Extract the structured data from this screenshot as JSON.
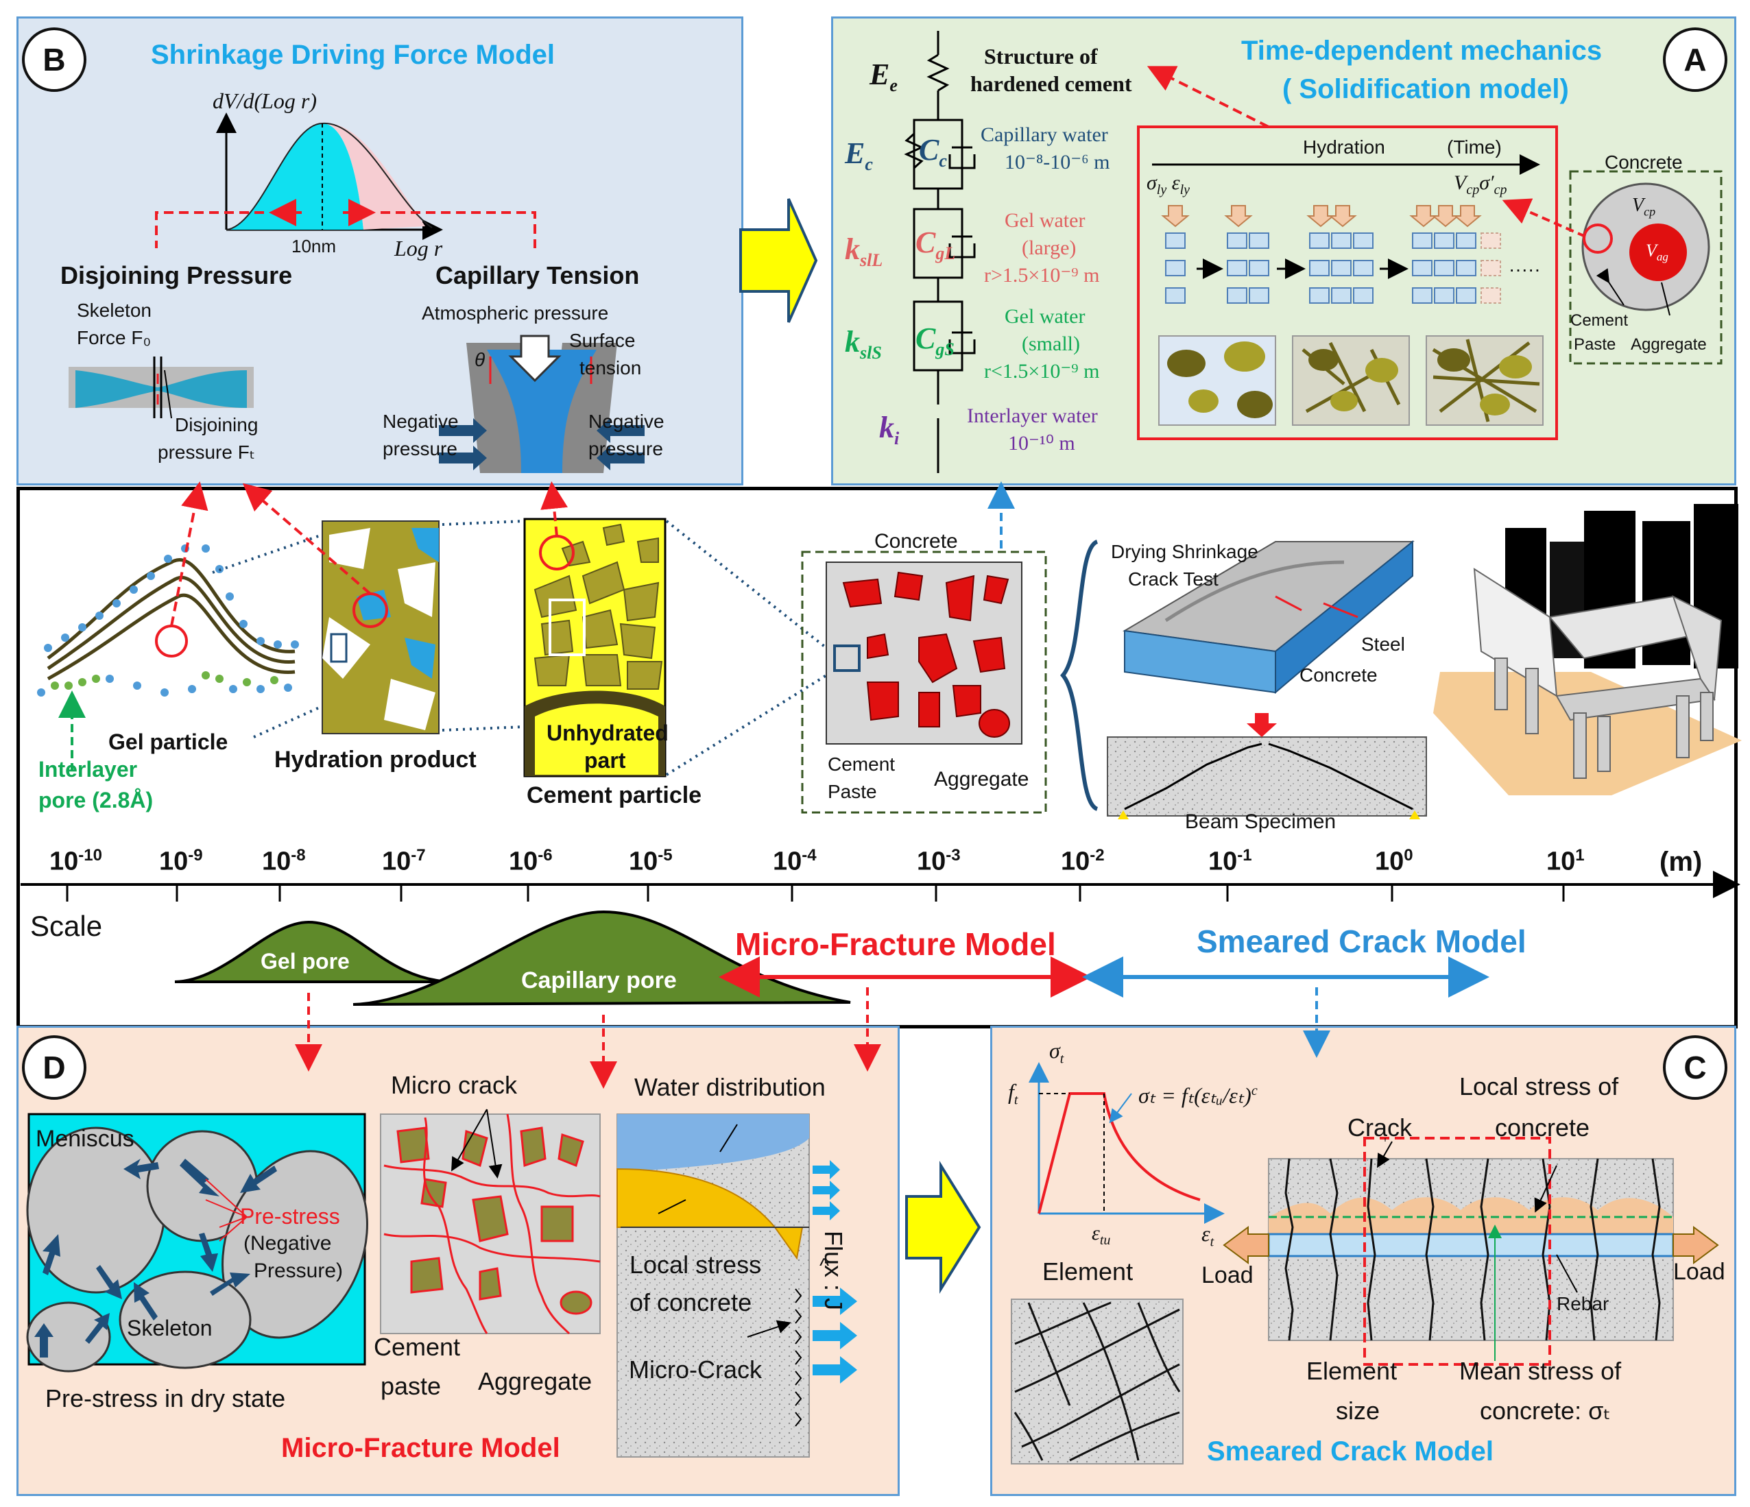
{
  "panel_b": {
    "letter": "B",
    "title": "Shrinkage Driving Force Model",
    "y_axis": "dV/d(Log r)",
    "x_axis": "Log r",
    "tick_10nm": "10nm",
    "disjoining_title": "Disjoining Pressure",
    "capillary_title": "Capillary Tension",
    "skeleton_line1": "Skeleton",
    "skeleton_line2": "Force F₀",
    "disjoining_line1": "Disjoining",
    "disjoining_line2": "pressure Fₜ",
    "atmospheric": "Atmospheric pressure",
    "surface_line1": "Surface",
    "surface_line2": "tension",
    "neg_left_1": "Negative",
    "neg_left_2": "pressure",
    "neg_right_1": "Negative",
    "neg_right_2": "pressure",
    "theta": "θ"
  },
  "panel_a": {
    "letter": "A",
    "title_line1": "Time-dependent mechanics",
    "title_line2": "( Solidification model)",
    "Ee": "E",
    "Ee_sub": "e",
    "structure_1": "Structure of",
    "structure_2": "hardened cement",
    "Ec": "E",
    "Ec_sub": "c",
    "Cc": "C",
    "Cc_sub": "c",
    "capillary_water": "Capillary water",
    "capillary_range": "10⁻⁸-10⁻⁶ m",
    "ksll": "k",
    "ksll_sub": "slL",
    "cgl": "C",
    "cgl_sub": "gL",
    "gel_large_1": "Gel water",
    "gel_large_2": "(large)",
    "gel_large_3": "r>1.5×10⁻⁹ m",
    "ksls": "k",
    "ksls_sub": "slS",
    "cgs": "C",
    "cgs_sub": "gS",
    "gel_small_1": "Gel water",
    "gel_small_2": "(small)",
    "gel_small_3": "r<1.5×10⁻⁹ m",
    "ki": "k",
    "ki_sub": "i",
    "interlayer_1": "Interlayer  water",
    "interlayer_2": "10⁻¹⁰ m",
    "hydration": "Hydration",
    "time": "(Time)",
    "sigma_ly": "σ",
    "sigma_ly_sub": "ly",
    "eps_ly": "ε",
    "eps_ly_sub": "ly",
    "vcp": "V",
    "vcp_sub": "cp",
    "sigma_cp": "σ′",
    "sigma_cp_sub": "cp",
    "ellipsis": "·····",
    "concrete": "Concrete",
    "vcp2": "V",
    "vcp2_sub": "cp",
    "vag": "V",
    "vag_sub": "ag",
    "cement_paste_1": "Cement",
    "cement_paste_2": "Paste",
    "aggregate": "Aggregate"
  },
  "middle": {
    "gel_particle": "Gel particle",
    "interlayer_1": "Interlayer",
    "interlayer_2": "pore (2.8Å)",
    "hydration_product": "Hydration product",
    "unhydrated_1": "Unhydrated",
    "unhydrated_2": "part",
    "cement_particle": "Cement particle",
    "concrete": "Concrete",
    "cement_paste_1": "Cement",
    "cement_paste_2": "Paste",
    "aggregate": "Aggregate",
    "drying_1": "Drying Shrinkage",
    "drying_2": "Crack Test",
    "steel": "Steel",
    "concrete2": "Concrete",
    "beam": "Beam Specimen"
  },
  "scale": {
    "label": "Scale",
    "unit": "(m)",
    "ticks": [
      {
        "base": "10",
        "exp": "-10"
      },
      {
        "base": "10",
        "exp": "-9"
      },
      {
        "base": "10",
        "exp": "-8"
      },
      {
        "base": "10",
        "exp": "-7"
      },
      {
        "base": "10",
        "exp": "-6"
      },
      {
        "base": "10",
        "exp": "-5"
      },
      {
        "base": "10",
        "exp": "-4"
      },
      {
        "base": "10",
        "exp": "-3"
      },
      {
        "base": "10",
        "exp": "-2"
      },
      {
        "base": "10",
        "exp": "-1"
      },
      {
        "base": "10",
        "exp": "0"
      },
      {
        "base": "10",
        "exp": "1"
      }
    ],
    "gel_pore": "Gel pore",
    "capillary_pore": "Capillary pore",
    "micro_fracture": "Micro-Fracture Model",
    "smeared_crack": "Smeared Crack Model"
  },
  "panel_d": {
    "letter": "D",
    "meniscus": "Meniscus",
    "prestress": "Pre-stress",
    "negative_1": "(Negative",
    "negative_2": "Pressure)",
    "skeleton": "Skeleton",
    "prestress_dry": "Pre-stress in dry state",
    "micro_crack": "Micro crack",
    "cement_1": "Cement",
    "cement_2": "paste",
    "aggregate": "Aggregate",
    "water_dist": "Water distribution",
    "local_1": "Local stress",
    "local_2": "of concrete",
    "micro_crack2": "Micro-Crack",
    "flux": "Flux : J",
    "caret": "^",
    "footer": "Micro-Fracture Model"
  },
  "panel_c": {
    "letter": "C",
    "sigma_t": "σ",
    "sigma_t_sub": "t",
    "ft": "f",
    "ft_sub": "t",
    "eps_tu": "ε",
    "eps_tu_sub": "tu",
    "eps_t": "ε",
    "eps_t_sub": "t",
    "formula": "σₜ = fₜ(εₜᵤ/εₜ)",
    "formula_exp": "c",
    "element": "Element",
    "load_left": "Load",
    "load_right": "Load",
    "crack": "Crack",
    "local_1": "Local stress of",
    "local_2": "concrete",
    "rebar": "Rebar",
    "elem_size_1": "Element",
    "elem_size_2": "size",
    "mean_1": "Mean stress of",
    "mean_2": "concrete: σₜ",
    "footer": "Smeared Crack Model"
  },
  "colors": {
    "panel_b_bg": "#dce6f2",
    "panel_a_bg": "#e3efd9",
    "panel_cd_bg": "#fbe5d6",
    "pore_green": "#5f8a2a",
    "aggregate_red": "#e01010",
    "highlight_yellow": "#ffff00",
    "olive": "#a89e2c",
    "cyan_title": "#1aa7e8",
    "red_title": "#ee1c24"
  }
}
